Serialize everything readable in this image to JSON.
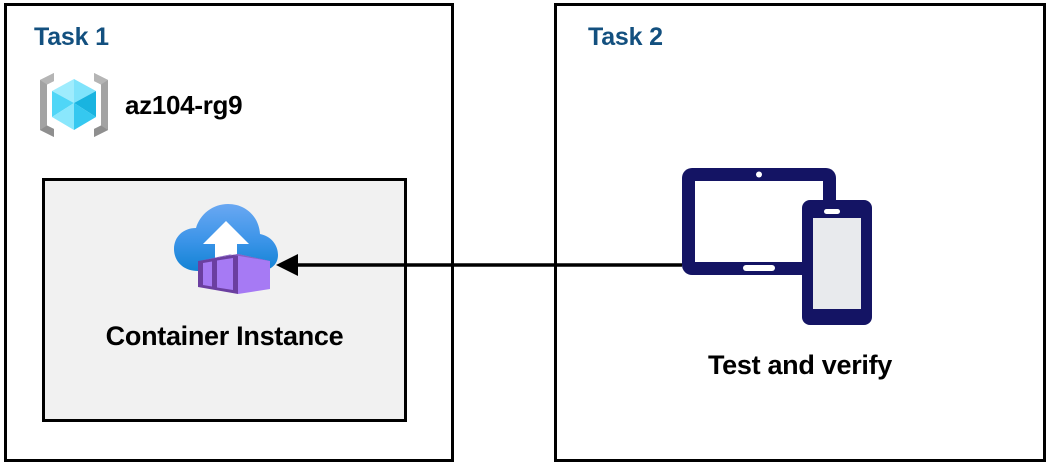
{
  "diagram": {
    "title": "Azure Container Instance task diagram",
    "background_color": "#ffffff",
    "panels": [
      {
        "id": "task1",
        "title": "Task 1",
        "title_color": "#13507f",
        "border_color": "#000000",
        "resource_group": {
          "icon": "azure-resource-group-icon",
          "name": "az104-rg9",
          "icon_colors": {
            "bracket": "#a0a0a0",
            "cube_light": "#9fe8fb",
            "cube_mid": "#32c5f4",
            "cube_dark": "#1aa7d6"
          }
        },
        "inner_box": {
          "background_color": "#f1f1f1",
          "border_color": "#000000",
          "icon": "azure-container-instance-icon",
          "label": "Container Instance",
          "icon_colors": {
            "cloud_top": "#5ea0ef",
            "cloud_bottom": "#1b8bdc",
            "arrow": "#ffffff",
            "container_fill": "#a67af4",
            "container_edge": "#6b3fa0",
            "container_side": "#8661c5"
          }
        }
      },
      {
        "id": "task2",
        "title": "Task 2",
        "title_color": "#13507f",
        "border_color": "#000000",
        "icon": "devices-tablet-phone-icon",
        "icon_color": "#141464",
        "label": "Test and verify"
      }
    ],
    "connector": {
      "name": "arrow-task2-to-task1",
      "direction": "right-to-left",
      "color": "#000000",
      "from": "Test and verify",
      "to": "Container Instance"
    }
  }
}
